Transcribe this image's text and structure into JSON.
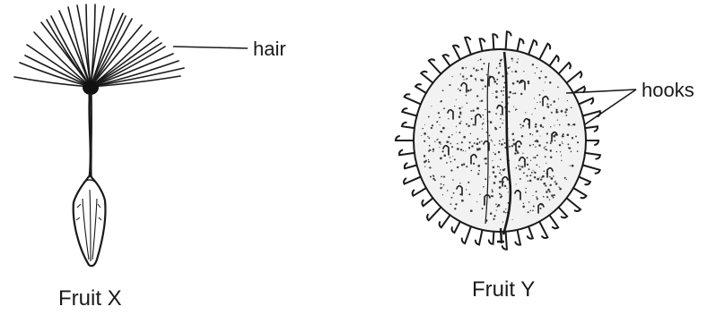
{
  "fruits": [
    {
      "caption": "Fruit X",
      "labels": [
        "hair"
      ]
    },
    {
      "caption": "Fruit Y",
      "labels": [
        "hooks"
      ]
    }
  ],
  "colors": {
    "ink": "#1a1a1a",
    "background": "#ffffff"
  }
}
